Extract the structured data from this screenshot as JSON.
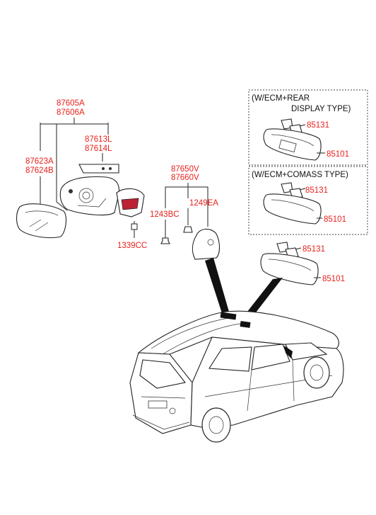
{
  "colors": {
    "part_number": "#e8201c",
    "line": "#222222",
    "background": "#ffffff"
  },
  "labels": {
    "p87605A": "87605A",
    "p87606A": "87606A",
    "p87613L": "87613L",
    "p87614L": "87614L",
    "p87623A": "87623A",
    "p87624B": "87624B",
    "p1339CC": "1339CC",
    "p87650V": "87650V",
    "p87660V": "87660V",
    "p1243BC": "1243BC",
    "p1249EA": "1249EA"
  },
  "option_box_1": {
    "title_line1": "(W/ECM+REAR",
    "title_line2": "DISPLAY TYPE)",
    "bracket_label": "85131",
    "mirror_label": "85101"
  },
  "option_box_2": {
    "title": "(W/ECM+COMASS TYPE)",
    "bracket_label": "85131",
    "mirror_label": "85101"
  },
  "standard": {
    "bracket_label": "85131",
    "mirror_label": "85101"
  }
}
